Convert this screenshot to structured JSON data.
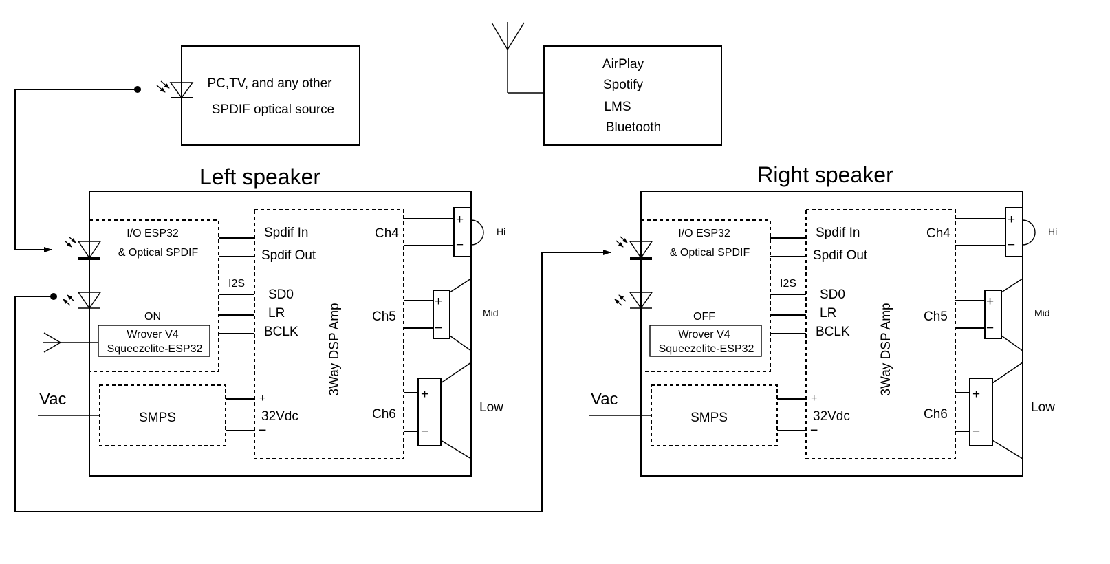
{
  "source": {
    "line1": "PC,TV, and any other",
    "line2": "SPDIF optical source"
  },
  "streaming": {
    "items": [
      "AirPlay",
      "Spotify",
      "LMS",
      "Bluetooth"
    ]
  },
  "speakers": [
    {
      "title": "Left speaker",
      "esp_line1": "I/O  ESP32",
      "esp_line2": "& Optical SPDIF",
      "state": "ON",
      "module_line1": "Wrover V4",
      "module_line2": "Squeezelite-ESP32",
      "i2s": "I2S",
      "spdif_in": "Spdif In",
      "spdif_out": "Spdif Out",
      "sd0": "SD0",
      "lr": "LR",
      "bclk": "BCLK",
      "amp": "3Way DSP Amp",
      "ch4": "Ch4",
      "ch5": "Ch5",
      "ch6": "Ch6",
      "hi": "Hi",
      "mid": "Mid",
      "low": "Low",
      "plus": "+",
      "minus": "−",
      "smps": "SMPS",
      "vdc": "32Vdc",
      "vac": "Vac"
    },
    {
      "title": "Right speaker",
      "esp_line1": "I/O  ESP32",
      "esp_line2": "& Optical SPDIF",
      "state": "OFF",
      "module_line1": "Wrover V4",
      "module_line2": "Squeezelite-ESP32",
      "i2s": "I2S",
      "spdif_in": "Spdif In",
      "spdif_out": "Spdif Out",
      "sd0": "SD0",
      "lr": "LR",
      "bclk": "BCLK",
      "amp": "3Way DSP Amp",
      "ch4": "Ch4",
      "ch5": "Ch5",
      "ch6": "Ch6",
      "hi": "Hi",
      "mid": "Mid",
      "low": "Low",
      "plus": "+",
      "minus": "−",
      "smps": "SMPS",
      "vdc": "32Vdc",
      "vac": "Vac"
    }
  ]
}
